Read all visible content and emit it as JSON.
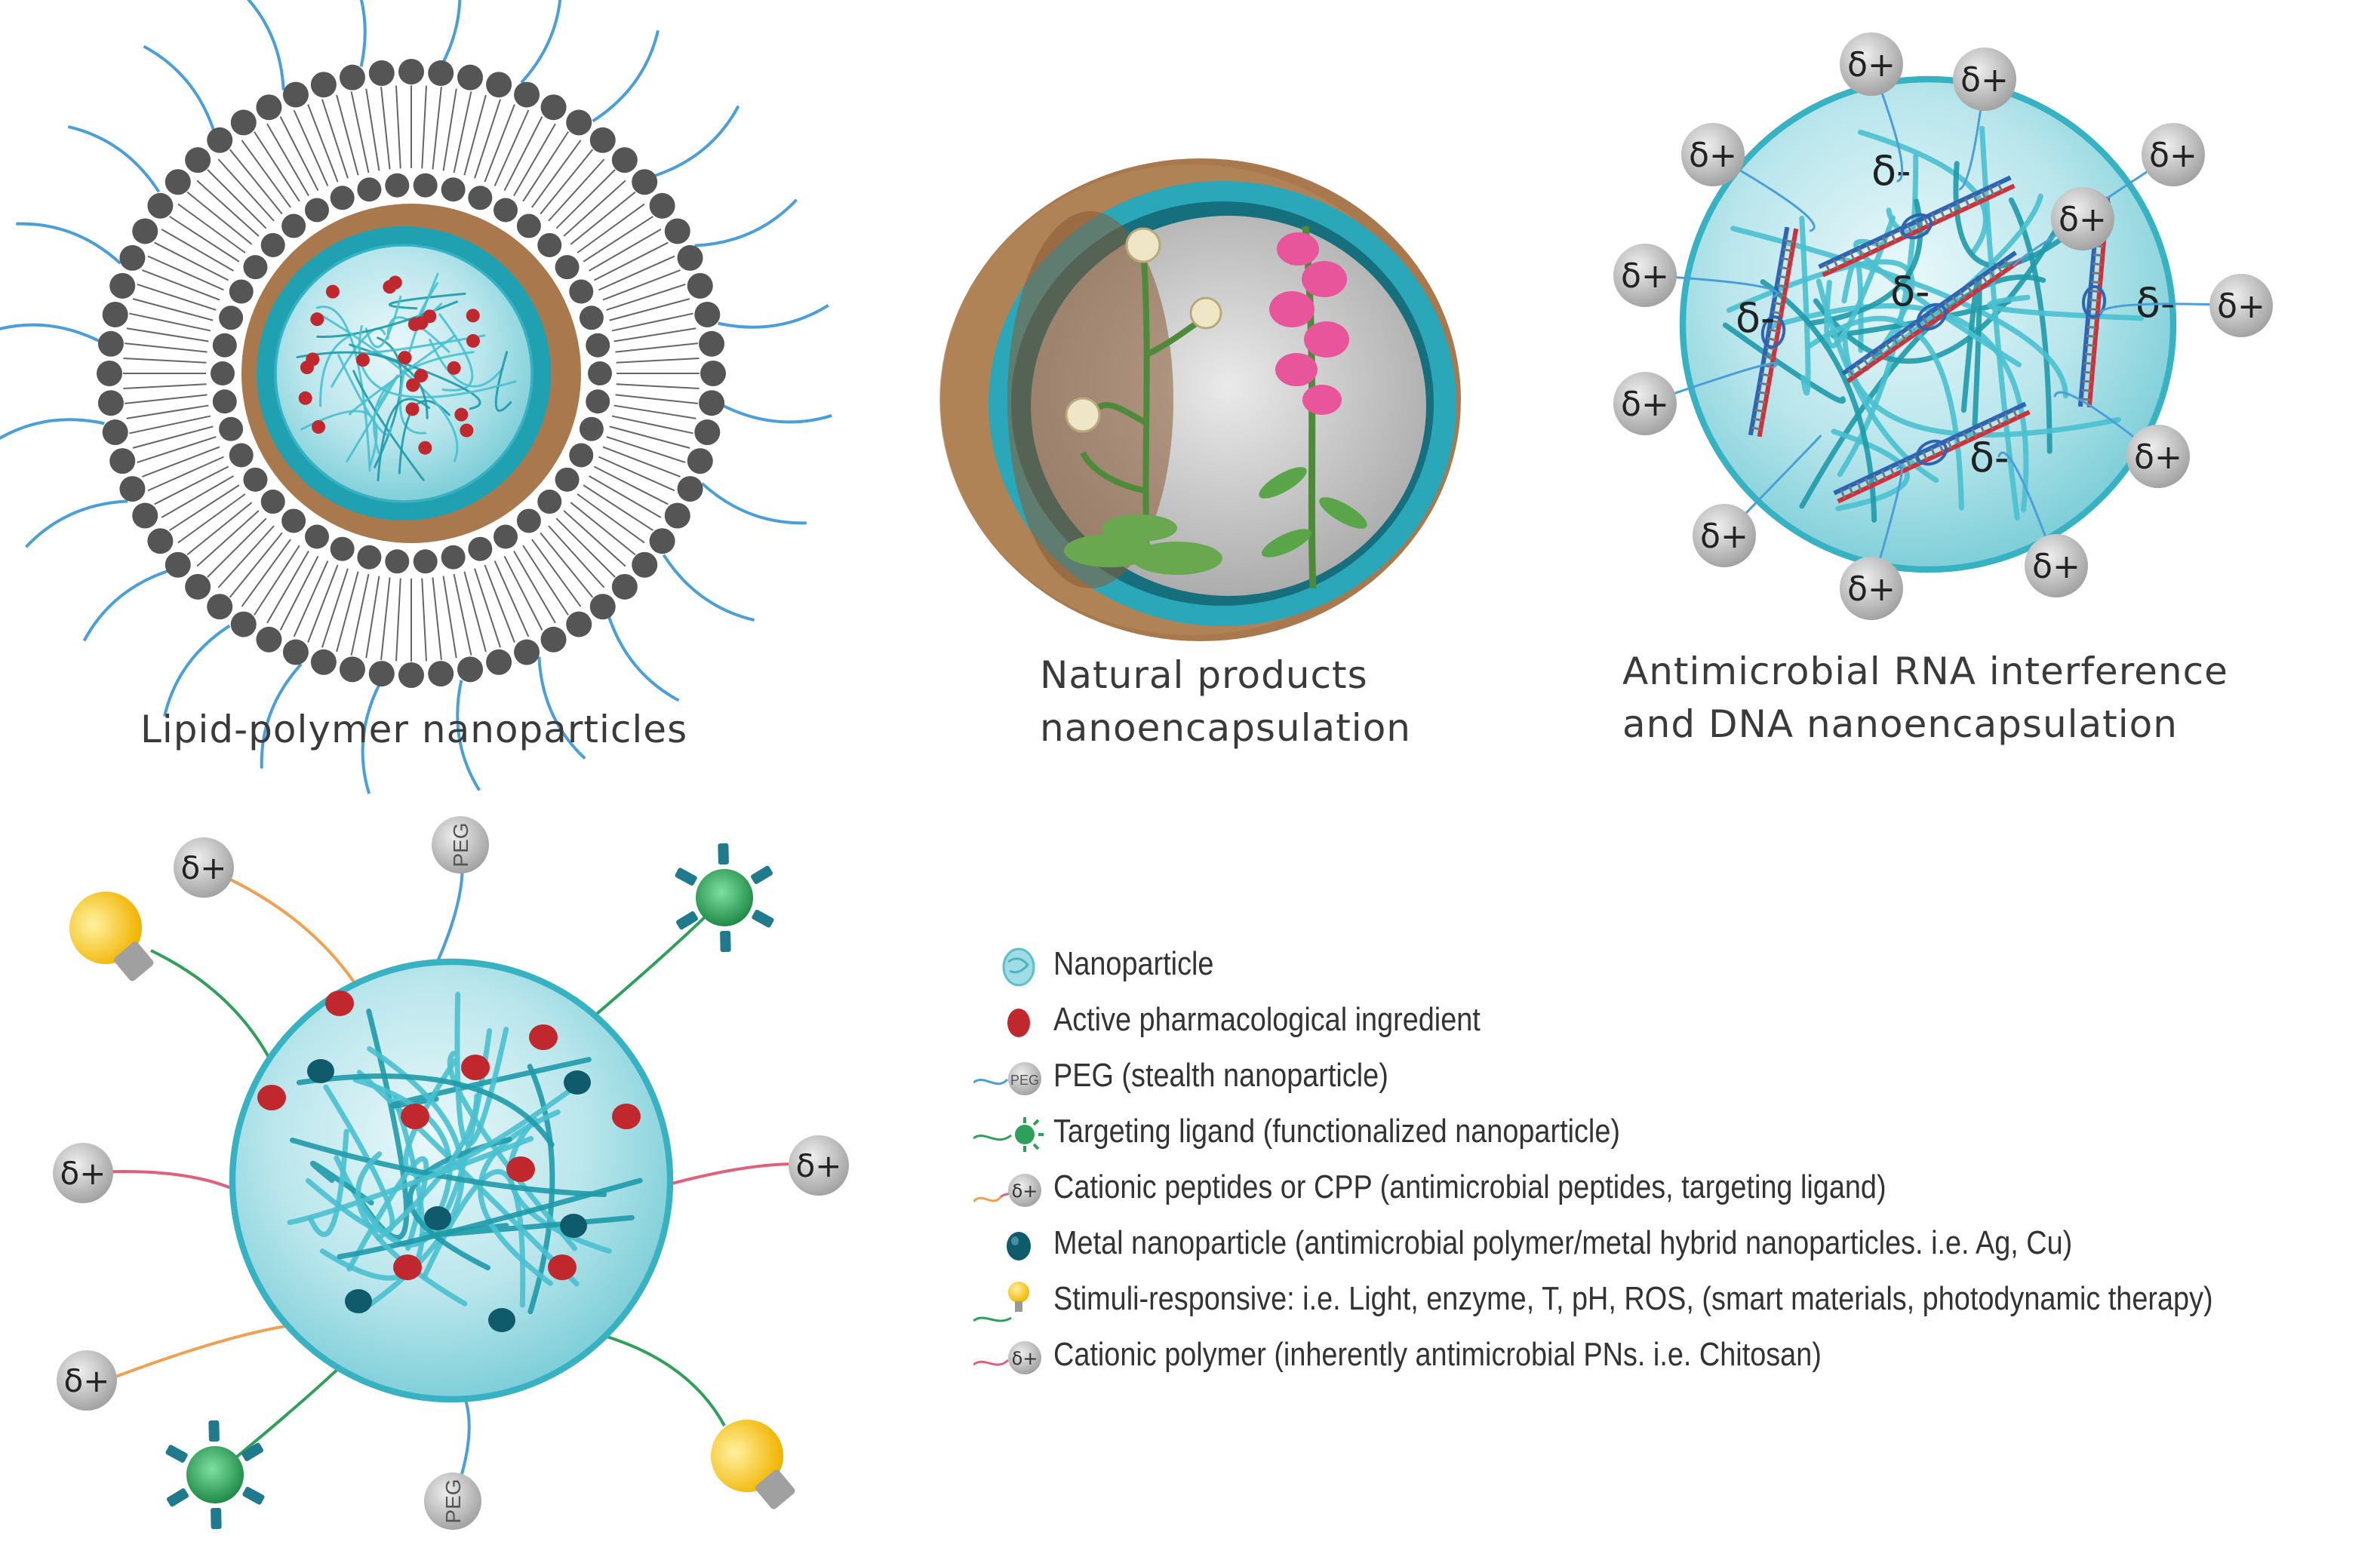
{
  "panels": {
    "lipid_polymer": {
      "caption": "Lipid-polymer nanoparticles"
    },
    "natural_products": {
      "caption_line1": "Natural products",
      "caption_line2": "nanoencapsulation"
    },
    "rna_dna": {
      "caption_line1": "Antimicrobial RNA interference",
      "caption_line2": "and DNA nanoencapsulation",
      "positive_label": "δ+",
      "negative_label": "δ-"
    },
    "functionalized": {
      "positive_label": "δ+",
      "peg_label": "PEG"
    }
  },
  "legend": [
    {
      "icon": "nanoparticle-icon",
      "text": "Nanoparticle"
    },
    {
      "icon": "drug-icon",
      "text": "Active pharmacological ingredient"
    },
    {
      "icon": "peg-icon",
      "icon_label": "PEG",
      "text": "PEG (stealth nanoparticle)"
    },
    {
      "icon": "ligand-icon",
      "text": "Targeting ligand (functionalized nanoparticle)"
    },
    {
      "icon": "cpp-icon",
      "icon_label": "δ+",
      "text": "Cationic peptides or CPP (antimicrobial peptides, targeting ligand)"
    },
    {
      "icon": "metal-icon",
      "text": "Metal nanoparticle (antimicrobial polymer/metal hybrid nanoparticles. i.e. Ag, Cu)"
    },
    {
      "icon": "bulb-icon",
      "text": "Stimuli-responsive: i.e. Light, enzyme, T, pH, ROS, (smart materials, photodynamic therapy)"
    },
    {
      "icon": "cationic-polymer-icon",
      "icon_label": "δ+",
      "text": "Cationic polymer (inherently antimicrobial PNs. i.e. Chitosan)"
    }
  ],
  "colors": {
    "teal": "#3fb8c8",
    "teal_dark": "#1a8f9e",
    "drug_red": "#c0282d",
    "metal_dark": "#0f5a6b",
    "lipid_head": "#555555",
    "peg_line": "#4a9fd8",
    "ligand_green": "#2fa05a",
    "pink_line": "#e0607a",
    "orange_line": "#f0a050",
    "bulb_yellow": "#f6c000",
    "charge_grey": "#bdbdbd",
    "shell_brown": "#a9784d"
  }
}
